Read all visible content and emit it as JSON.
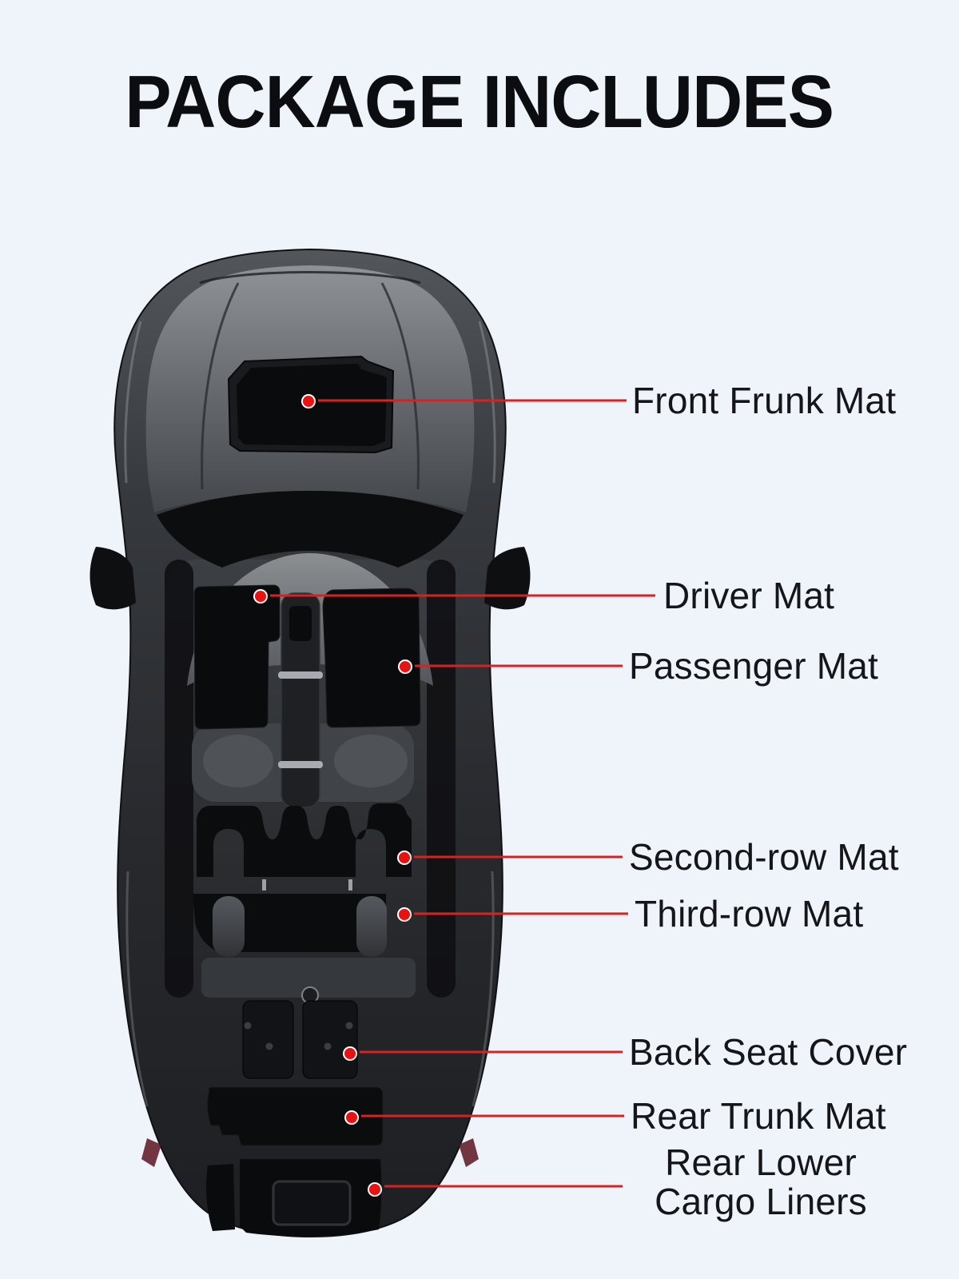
{
  "title": "PACKAGE INCLUDES",
  "colors": {
    "background": "#eff3fa",
    "title": "#0b0d10",
    "label": "#15161a",
    "line": "#d92121",
    "marker": "#ea1111"
  },
  "diagram": {
    "type": "car-top-view-illustration",
    "description": "Top-down view of a black car showing included floor mats and liners"
  },
  "callouts": [
    {
      "label": "Front Frunk Mat"
    },
    {
      "label": "Driver Mat"
    },
    {
      "label": "Passenger Mat"
    },
    {
      "label": "Second-row Mat"
    },
    {
      "label": "Third-row Mat"
    },
    {
      "label": "Back Seat Cover"
    },
    {
      "label": "Rear Trunk Mat"
    },
    {
      "label": "Rear Lower Cargo Liners",
      "line1": "Rear Lower",
      "line2": "Cargo Liners"
    }
  ]
}
